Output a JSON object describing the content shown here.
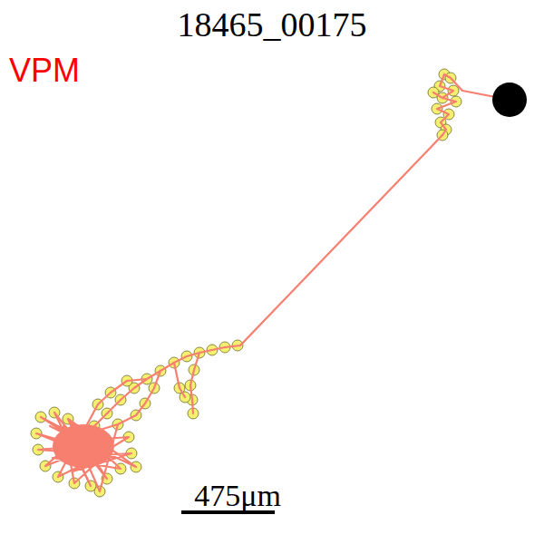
{
  "diagram": {
    "title": "18465_00175",
    "labels": [
      "VPM",
      "475μm"
    ]
  }
}
